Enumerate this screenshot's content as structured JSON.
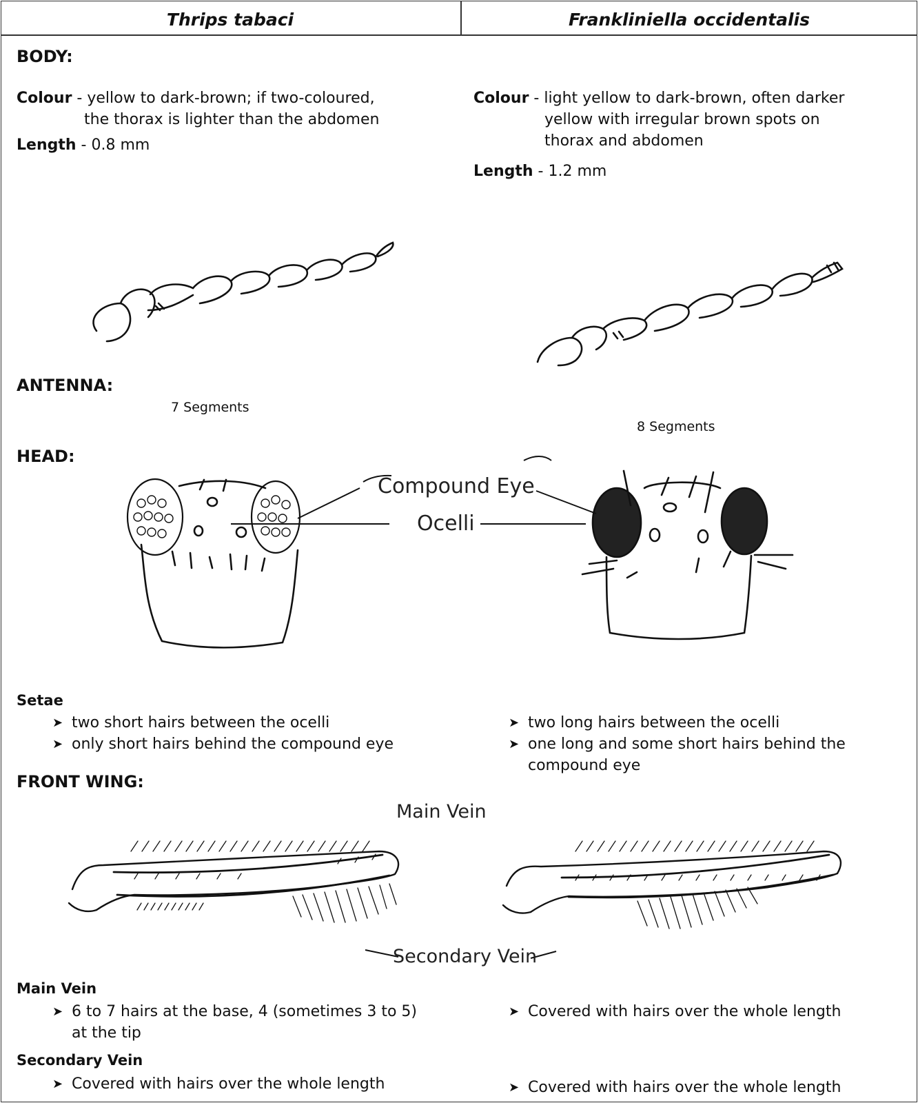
{
  "header": {
    "left_species": "Thrips tabaci",
    "right_species": "Frankliniella occidentalis"
  },
  "sections": {
    "body": "BODY:",
    "antenna": "ANTENNA:",
    "head": "HEAD:",
    "front_wing": "FRONT WING:"
  },
  "body": {
    "left": {
      "colour_label": "Colour",
      "colour_sep": " - ",
      "colour_line1": "yellow to dark-brown; if two-coloured,",
      "colour_line2": "the thorax is lighter than the abdomen",
      "length_label": "Length",
      "length_sep": " -  ",
      "length_value": "0.8 mm"
    },
    "right": {
      "colour_label": "Colour",
      "colour_sep": " -  ",
      "colour_line1": "light yellow to dark-brown, often darker",
      "colour_line2": "yellow with irregular brown spots on",
      "colour_line3": "thorax and abdomen",
      "length_label": "Length",
      "length_sep": " -  ",
      "length_value": "1.2 mm"
    }
  },
  "antenna": {
    "left_caption": "7 Segments",
    "right_caption": "8 Segments"
  },
  "head": {
    "label_compound_eye": "Compound Eye",
    "label_ocelli": "Ocelli",
    "setae_title": "Setae",
    "left_bullets": [
      "two short hairs between the ocelli",
      "only short hairs behind the compound eye"
    ],
    "right_bullets": [
      "two long hairs between the ocelli",
      "one long and some short hairs behind the",
      "compound eye"
    ]
  },
  "wing": {
    "label_main_vein": "Main Vein",
    "label_secondary_vein": "Secondary Vein",
    "main_vein_title": "Main Vein",
    "main_left_line1": "6 to 7 hairs at the base, 4 (sometimes 3 to 5)",
    "main_left_line2": "at the tip",
    "main_right": "Covered with hairs over the whole length",
    "secondary_vein_title": "Secondary Vein",
    "secondary_left": "Covered with hairs over the whole length",
    "secondary_right": "Covered with hairs over the whole length"
  },
  "icons": {
    "bullet": "arrowhead-bullet-icon"
  }
}
